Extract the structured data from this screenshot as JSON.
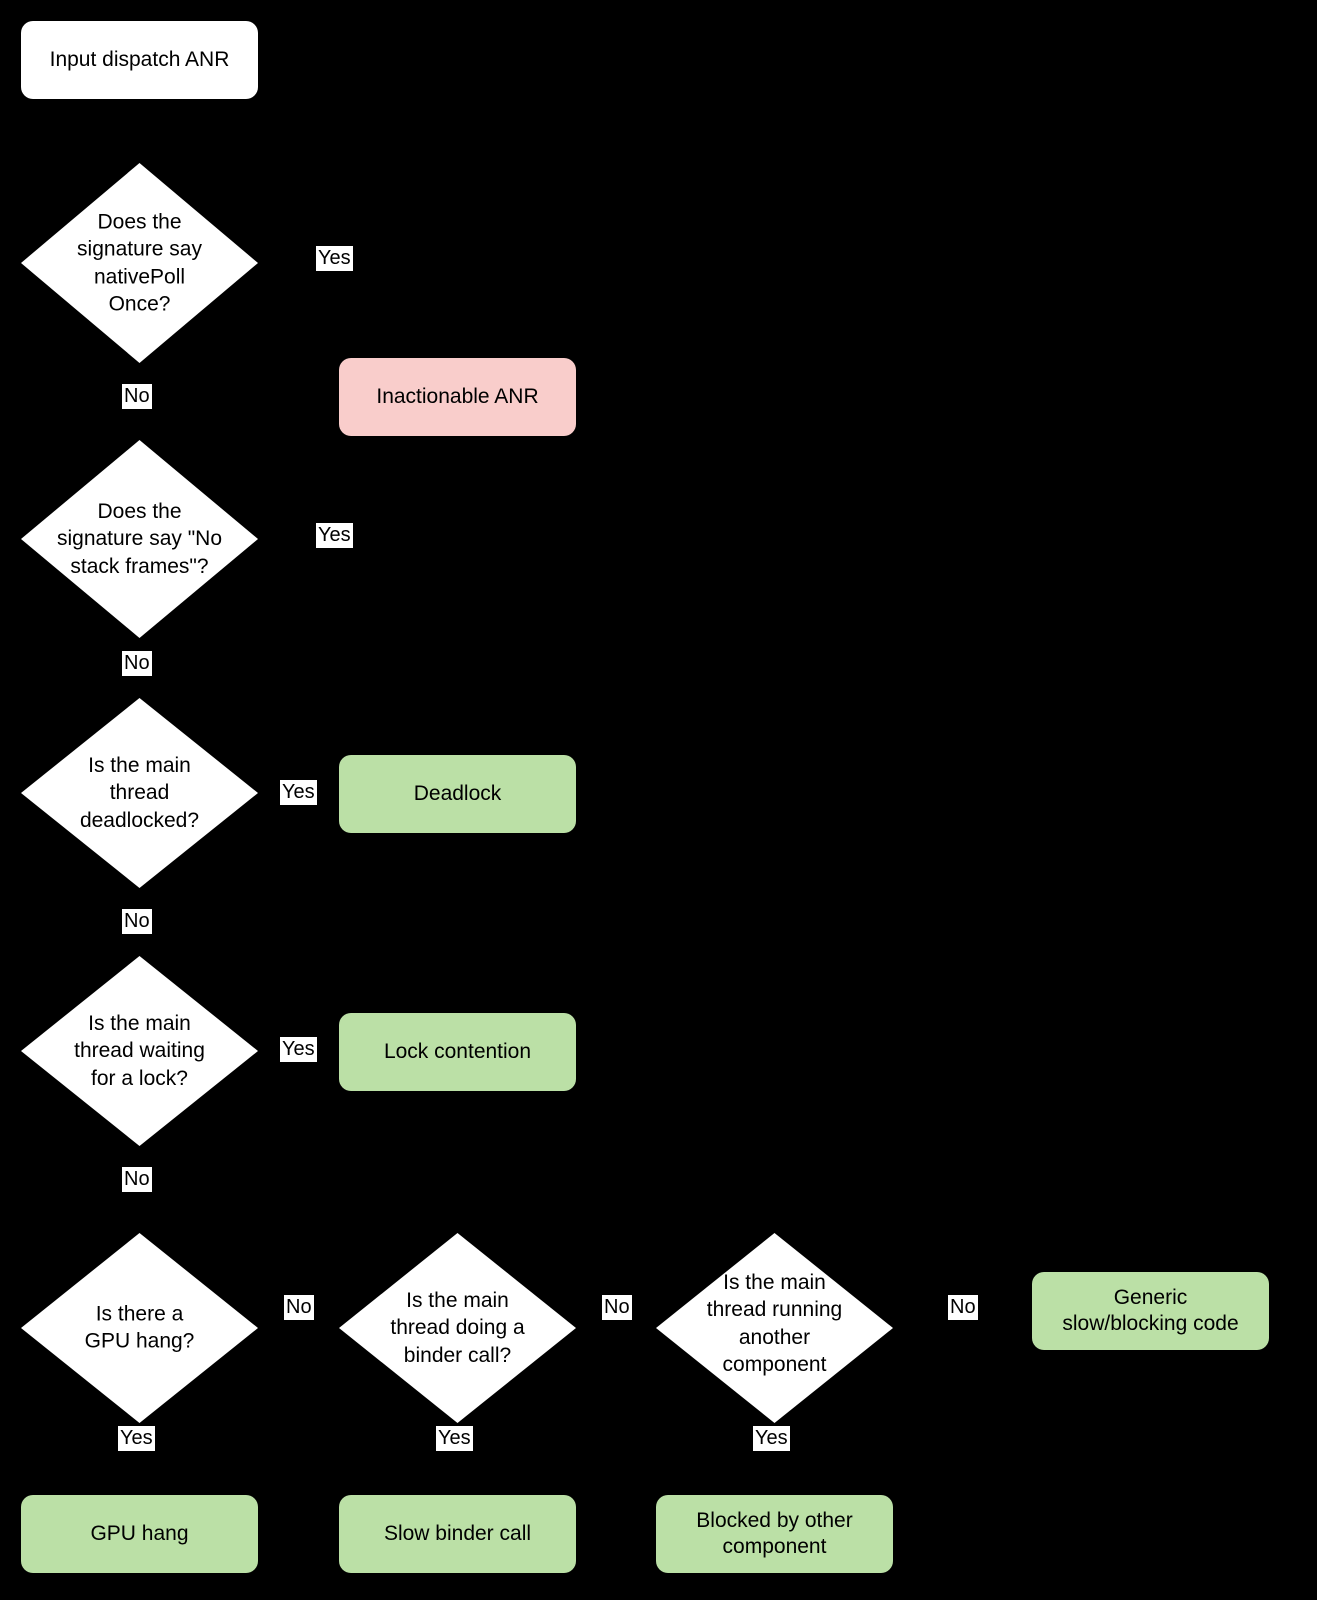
{
  "diagram": {
    "title": "Input dispatch ANR triage flowchart",
    "background_color": "#000000",
    "colors": {
      "process_white": "#ffffff",
      "terminal_pink": "#f9cdcb",
      "terminal_green": "#bbe0a6",
      "text": "#000000",
      "label_background": "#ffffff"
    }
  },
  "nodes": {
    "start": {
      "label": "Input dispatch ANR",
      "shape": "rounded-rect",
      "fill": "white"
    },
    "q_nativepollonce": {
      "label": "Does the\nsignature say\nnativePoll\nOnce?",
      "shape": "diamond",
      "fill": "white"
    },
    "inactionable": {
      "label": "Inactionable ANR",
      "shape": "rounded-rect",
      "fill": "pink"
    },
    "q_nostackframes": {
      "label": "Does the\nsignature say \"No\nstack frames\"?",
      "shape": "diamond",
      "fill": "white"
    },
    "q_deadlocked": {
      "label": "Is the main\nthread\ndeadlocked?",
      "shape": "diamond",
      "fill": "white"
    },
    "deadlock": {
      "label": "Deadlock",
      "shape": "rounded-rect",
      "fill": "green"
    },
    "q_waiting_lock": {
      "label": "Is the main\nthread waiting\nfor a lock?",
      "shape": "diamond",
      "fill": "white"
    },
    "lock_contention": {
      "label": "Lock contention",
      "shape": "rounded-rect",
      "fill": "green"
    },
    "q_gpu_hang": {
      "label": "Is there a\nGPU hang?",
      "shape": "diamond",
      "fill": "white"
    },
    "gpu_hang": {
      "label": "GPU hang",
      "shape": "rounded-rect",
      "fill": "green"
    },
    "q_binder_call": {
      "label": "Is the main\nthread doing a\nbinder call?",
      "shape": "diamond",
      "fill": "white"
    },
    "slow_binder_call": {
      "label": "Slow binder call",
      "shape": "rounded-rect",
      "fill": "green"
    },
    "q_other_component": {
      "label": "Is the main\nthread running\nanother\ncomponent",
      "shape": "diamond",
      "fill": "white"
    },
    "blocked_by_other": {
      "label": "Blocked by other\ncomponent",
      "shape": "rounded-rect",
      "fill": "green"
    },
    "generic_slow": {
      "label": "Generic\nslow/blocking code",
      "shape": "rounded-rect",
      "fill": "green"
    }
  },
  "edge_labels": {
    "yes_nativepollonce": "Yes",
    "no_nativepollonce": "No",
    "yes_nostackframes": "Yes",
    "no_nostackframes": "No",
    "yes_deadlocked": "Yes",
    "no_deadlocked": "No",
    "yes_waiting_lock": "Yes",
    "no_waiting_lock": "No",
    "no_gpu_hang": "No",
    "yes_gpu_hang": "Yes",
    "no_binder_call": "No",
    "yes_binder_call": "Yes",
    "no_other_component": "No",
    "yes_other_component": "Yes"
  }
}
